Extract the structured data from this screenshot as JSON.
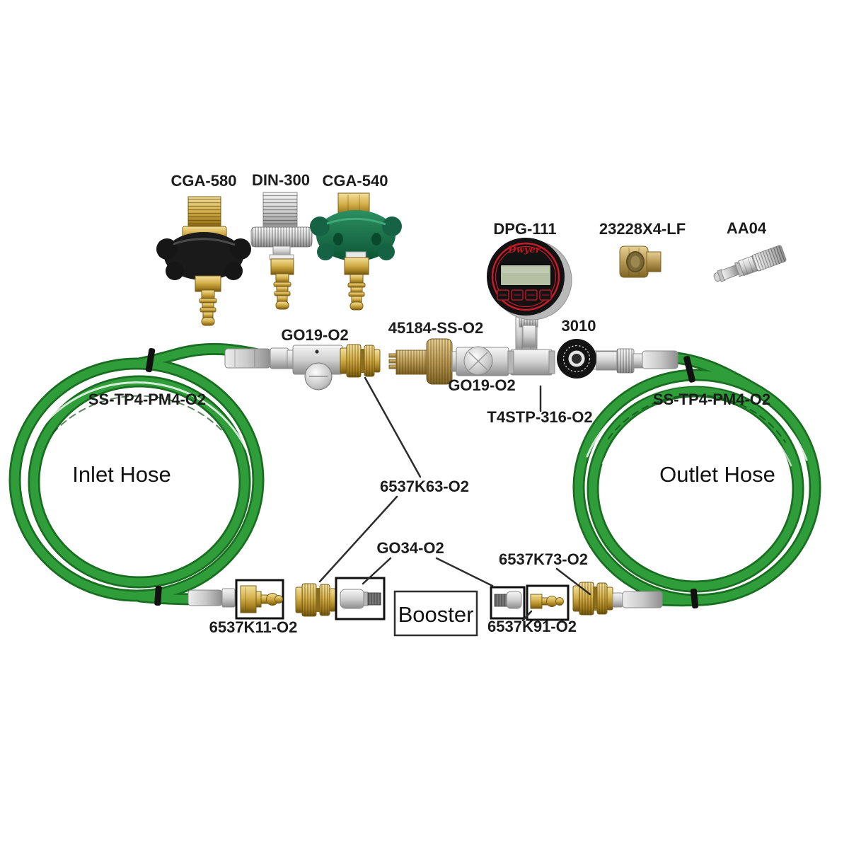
{
  "adapters": {
    "cga580": "CGA-580",
    "din300": "DIN-300",
    "cga540": "CGA-540"
  },
  "gauge": {
    "model": "DPG-111",
    "brand": "Dwyer"
  },
  "manifold": {
    "adapter_45184": "45184-SS-O2",
    "inlet_valve": "GO19-O2",
    "outlet_valve": "GO19-O2",
    "check_valve_3010": "3010",
    "tee": "T4STP-316-O2"
  },
  "fittings": {
    "bushing": "23228X4-LF",
    "quick_test_stem": "AA04",
    "coupler_6537k63": "6537K63-O2",
    "adapter_go34": "GO34-O2",
    "plug_6537k11": "6537K11-O2",
    "plug_6537k91": "6537K91-O2",
    "coupler_6537k73": "6537K73-O2"
  },
  "hoses": {
    "inlet": {
      "part": "SS-TP4-PM4-O2",
      "name": "Inlet Hose"
    },
    "outlet": {
      "part": "SS-TP4-PM4-O2",
      "name": "Outlet Hose"
    }
  },
  "booster": {
    "label": "Booster"
  },
  "colors": {
    "background": "#ffffff",
    "hose_green": "#2f9e3a",
    "hose_green_dark": "#1a6e22",
    "brass": "#c9a437",
    "silver": "#c6c6c6",
    "gauge_red_ring": "#c81a28",
    "label_text": "#1c1c1c"
  }
}
